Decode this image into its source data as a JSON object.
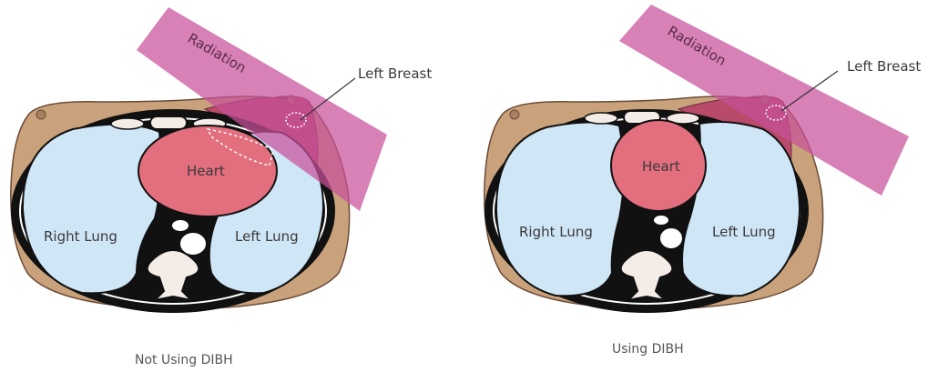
{
  "colors": {
    "radiation": "#c8519a",
    "skin": "#c9a27c",
    "breast_tissue": "#b84a6a",
    "lung": "#cfe6f7",
    "heart": "#e26e7e",
    "body_wall": "#111111",
    "bone": "#f4ece6"
  },
  "panels": [
    {
      "caption": "Not Using DIBH",
      "labels": {
        "radiation": "Radiation",
        "left_breast": "Left Breast",
        "heart": "Heart",
        "right_lung": "Right Lung",
        "left_lung": "Left Lung"
      }
    },
    {
      "caption": "Using DIBH",
      "labels": {
        "radiation": "Radiation",
        "left_breast": "Left Breast",
        "heart": "Heart",
        "right_lung": "Right Lung",
        "left_lung": "Left Lung"
      }
    }
  ]
}
